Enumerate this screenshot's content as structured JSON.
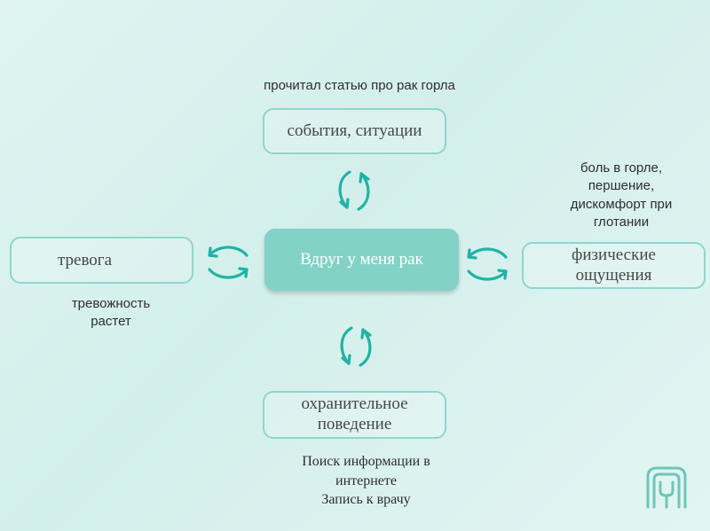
{
  "nodes": {
    "top": "события, ситуации",
    "center": "Вдруг у меня рак",
    "left": "тревога",
    "right_line1": "физические",
    "right_line2": "ощущения",
    "bottom_line1": "охранительное",
    "bottom_line2": "поведение"
  },
  "notes": {
    "top": "прочитал статью про рак горла",
    "right_line1": "боль в горле,",
    "right_line2": "першение,",
    "right_line3": "дискомфорт при",
    "right_line4": "глотании",
    "left_line1": "тревожность",
    "left_line2": "растет",
    "bottom_line1": "Поиск информации в",
    "bottom_line2": "интернете",
    "bottom_line3": "Запись к врачу"
  },
  "icons": [
    "cycle-arrows-icon",
    "logo-icon"
  ],
  "colors": {
    "accent": "#20b3a5",
    "center_fill": "#83d2c6",
    "box_border": "#8fd6cc",
    "background": "#dff4f1"
  }
}
